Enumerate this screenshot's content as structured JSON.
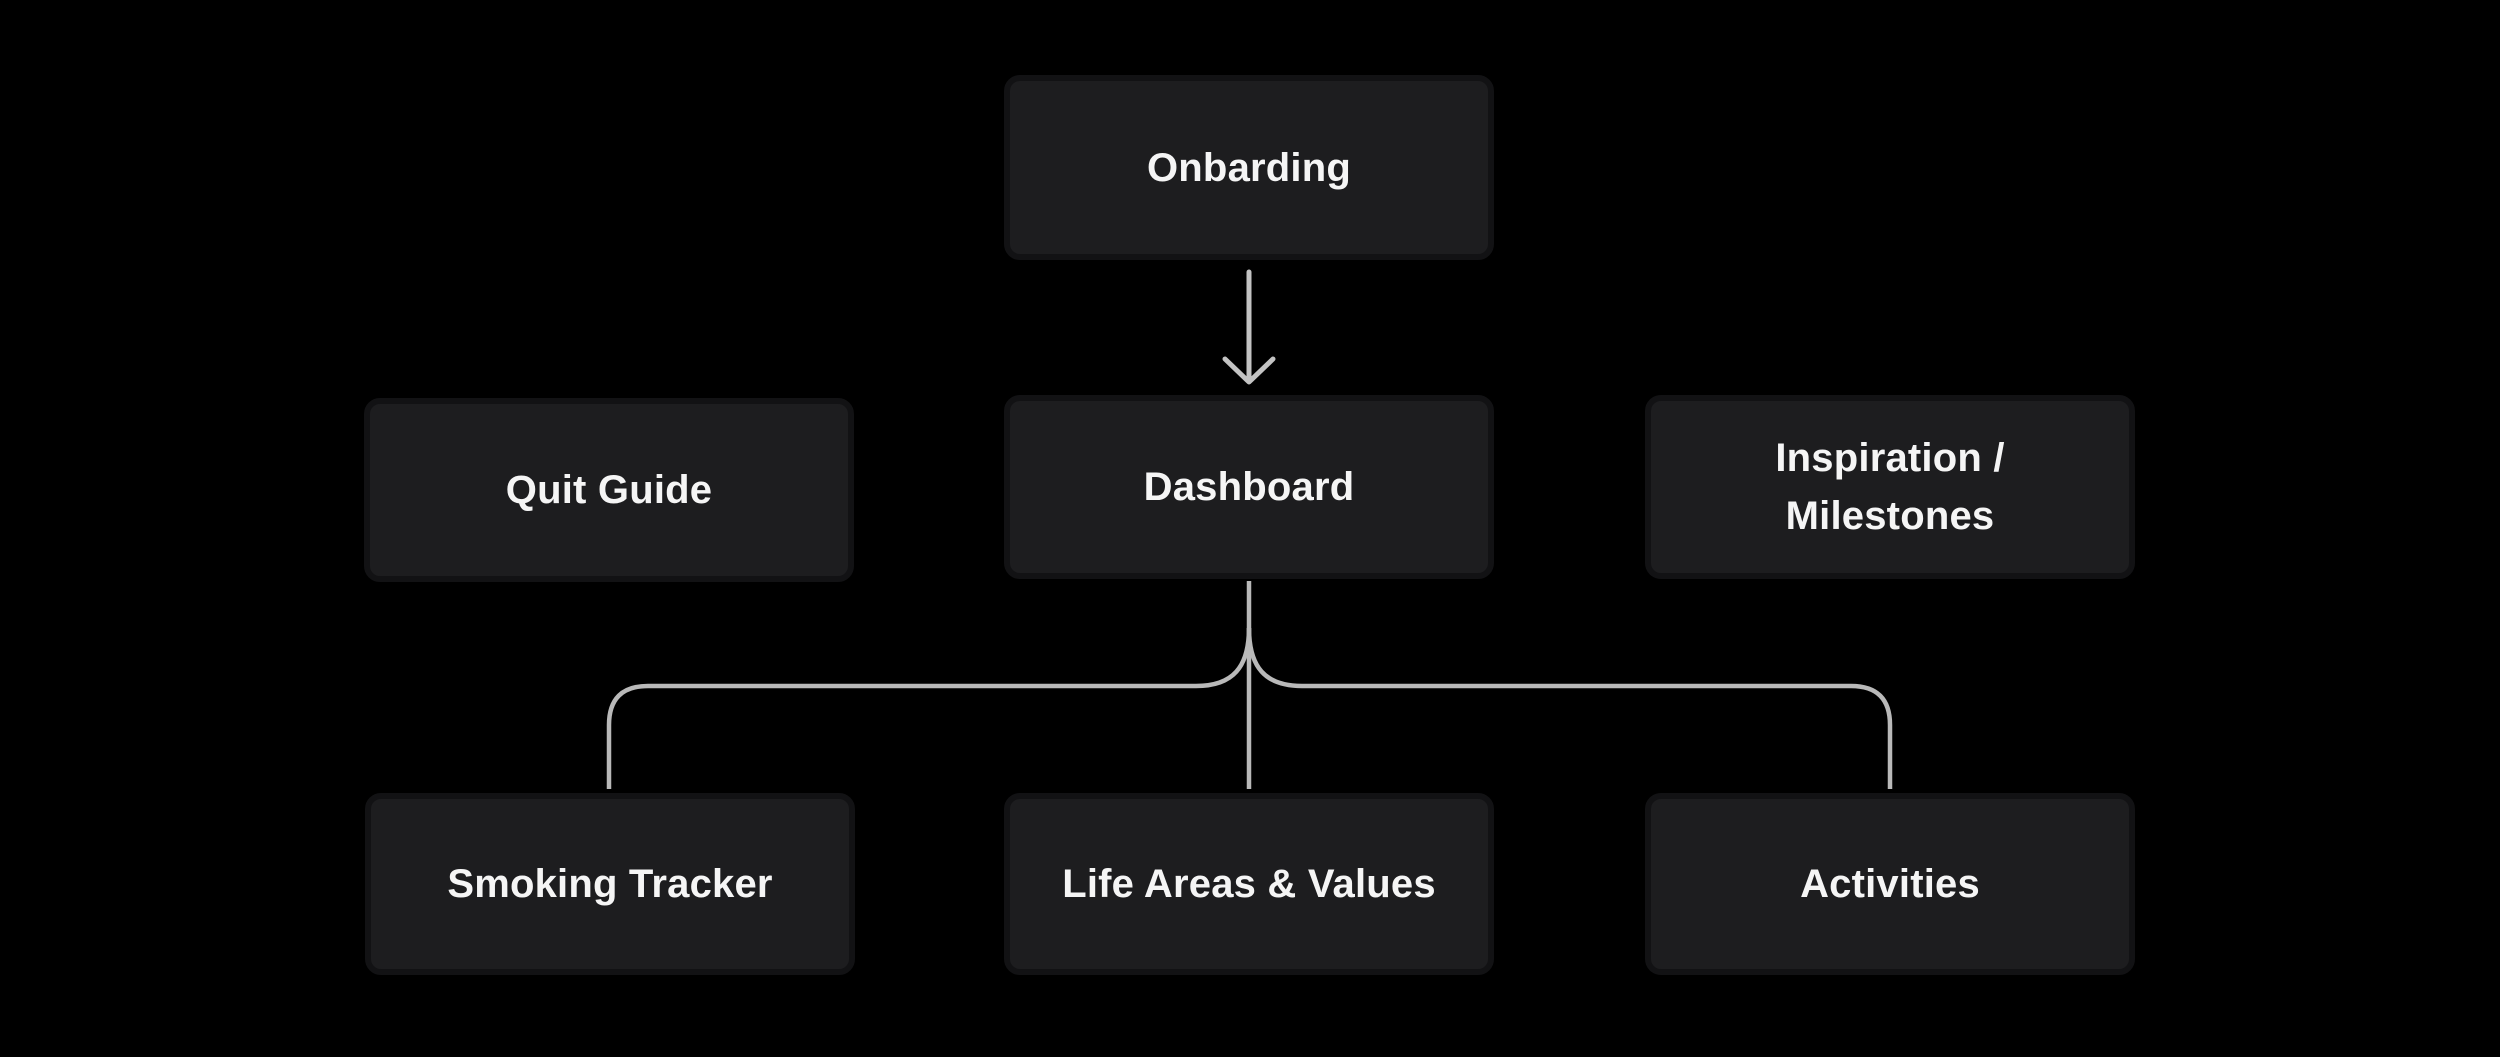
{
  "diagram": {
    "title": "app-flow-diagram",
    "colors": {
      "background": "#000000",
      "node_fill": "#1d1d1f",
      "node_border": "#121214",
      "node_text": "#f5f5f5",
      "connector": "#b9b9b9",
      "arrow": "#c3c3c3"
    },
    "nodes": {
      "onboarding": {
        "label": "Onbarding"
      },
      "quit_guide": {
        "label": "Quit Guide"
      },
      "dashboard": {
        "label": "Dashboard"
      },
      "inspiration": {
        "label": "Inspiration / Milestones"
      },
      "smoking_tracker": {
        "label": "Smoking Tracker"
      },
      "life_areas": {
        "label": "Life Areas & Values"
      },
      "activities": {
        "label": "Activities"
      }
    },
    "edges": [
      {
        "from": "Onbarding",
        "to": "Dashboard",
        "style": "arrow"
      },
      {
        "from": "Dashboard",
        "to": "Smoking Tracker",
        "style": "line"
      },
      {
        "from": "Dashboard",
        "to": "Life Areas & Values",
        "style": "line"
      },
      {
        "from": "Dashboard",
        "to": "Activities",
        "style": "line"
      }
    ]
  }
}
